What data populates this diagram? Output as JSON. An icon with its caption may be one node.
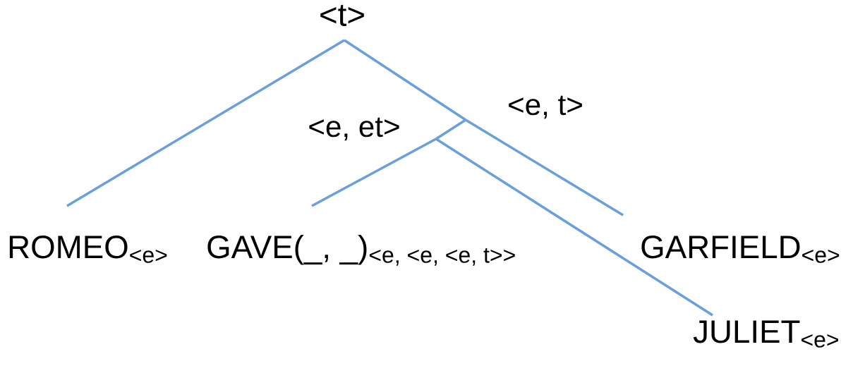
{
  "diagram": {
    "nodes": [
      {
        "text": [
          "<t>"
        ]
      },
      {
        "text": [
          "<e, t>"
        ]
      },
      {
        "text": [
          "<e, et>"
        ]
      },
      {
        "text": [
          "ROMEO$_{<e>}$"
        ]
      },
      {
        "text": [
          "GAVE(_, _)",
          "{}_{\\text{<e, <e, <e, t>>}}"
        ]
      },
      {
        "text": [
          "GARFIELD$_{<e>}$"
        ]
      },
      {
        "text": [
          "JULIET$_{<e>}$"
        ]
      }
    ],
    "edges": [
      {
        "from": 0,
        "to": 3,
        "arrow": "none"
      },
      {
        "from": 0,
        "to": 1,
        "arrow": "none"
      },
      {
        "from": 1,
        "to": 2,
        "arrow": "none"
      },
      {
        "from": 1,
        "to": 5,
        "arrow": "none"
      },
      {
        "from": 2,
        "to": 4,
        "arrow": "none"
      },
      {
        "from": 2,
        "to": 6,
        "arrow": "none"
      }
    ]
  }
}
